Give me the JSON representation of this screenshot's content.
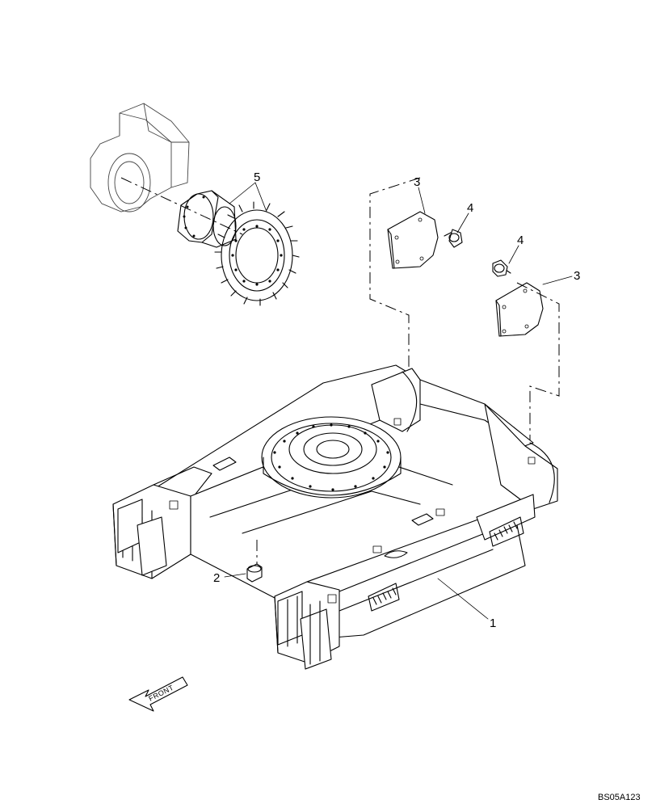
{
  "callouts": {
    "c1": "1",
    "c2": "2",
    "c3a": "3",
    "c3b": "3",
    "c4a": "4",
    "c4b": "4",
    "c5": "5"
  },
  "front_label": "FRONT",
  "drawing_code": "BS05A123",
  "colors": {
    "line": "#000000",
    "background": "#ffffff"
  }
}
